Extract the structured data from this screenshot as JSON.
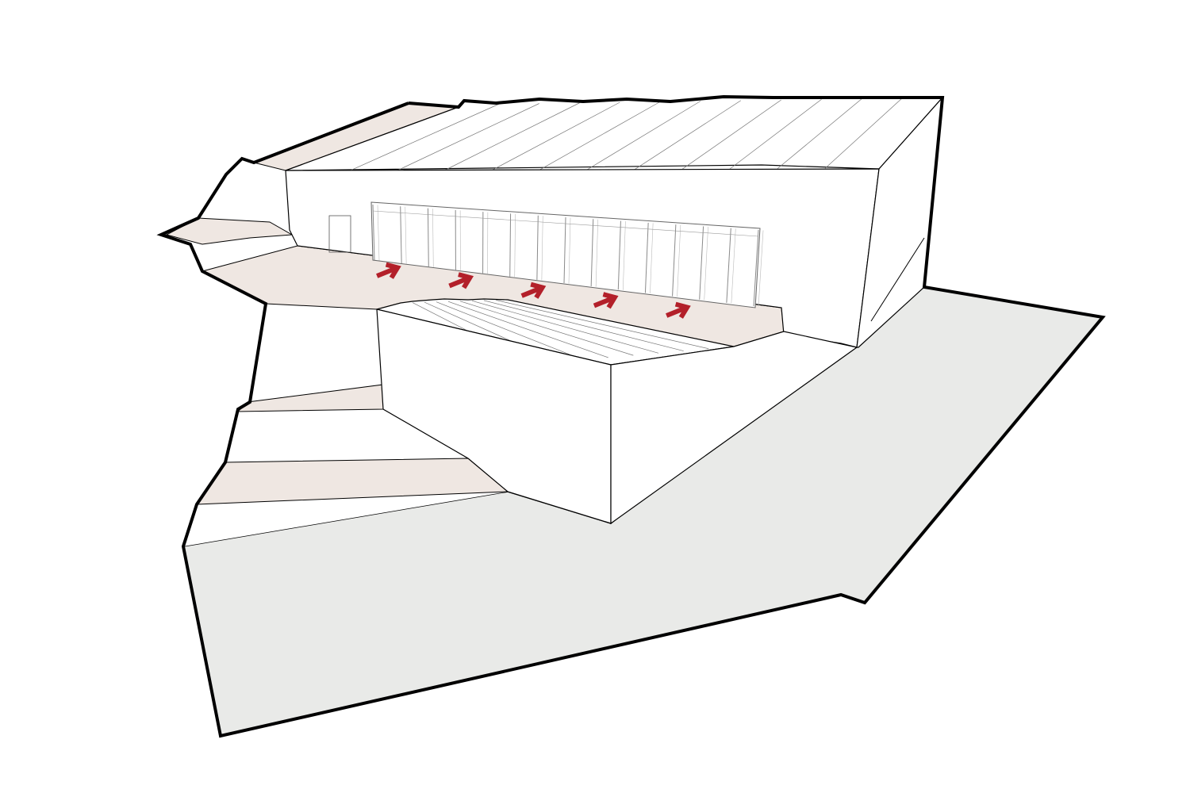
{
  "diagram": {
    "type": "axonometric-architectural-diagram",
    "colors": {
      "background": "#ffffff",
      "ground": "#e9eae8",
      "terrace": "#efe7e2",
      "building": "#ffffff",
      "outline": "#000000",
      "arrow": "#b3202a",
      "glazing": "#8a8a8a"
    },
    "arrows": {
      "count": 5,
      "color_name": "red",
      "meaning": "entry-toward-glazed-facade"
    },
    "glazed_panels": 14,
    "roof_steps_main": 11,
    "roof_steps_lower": 8
  }
}
